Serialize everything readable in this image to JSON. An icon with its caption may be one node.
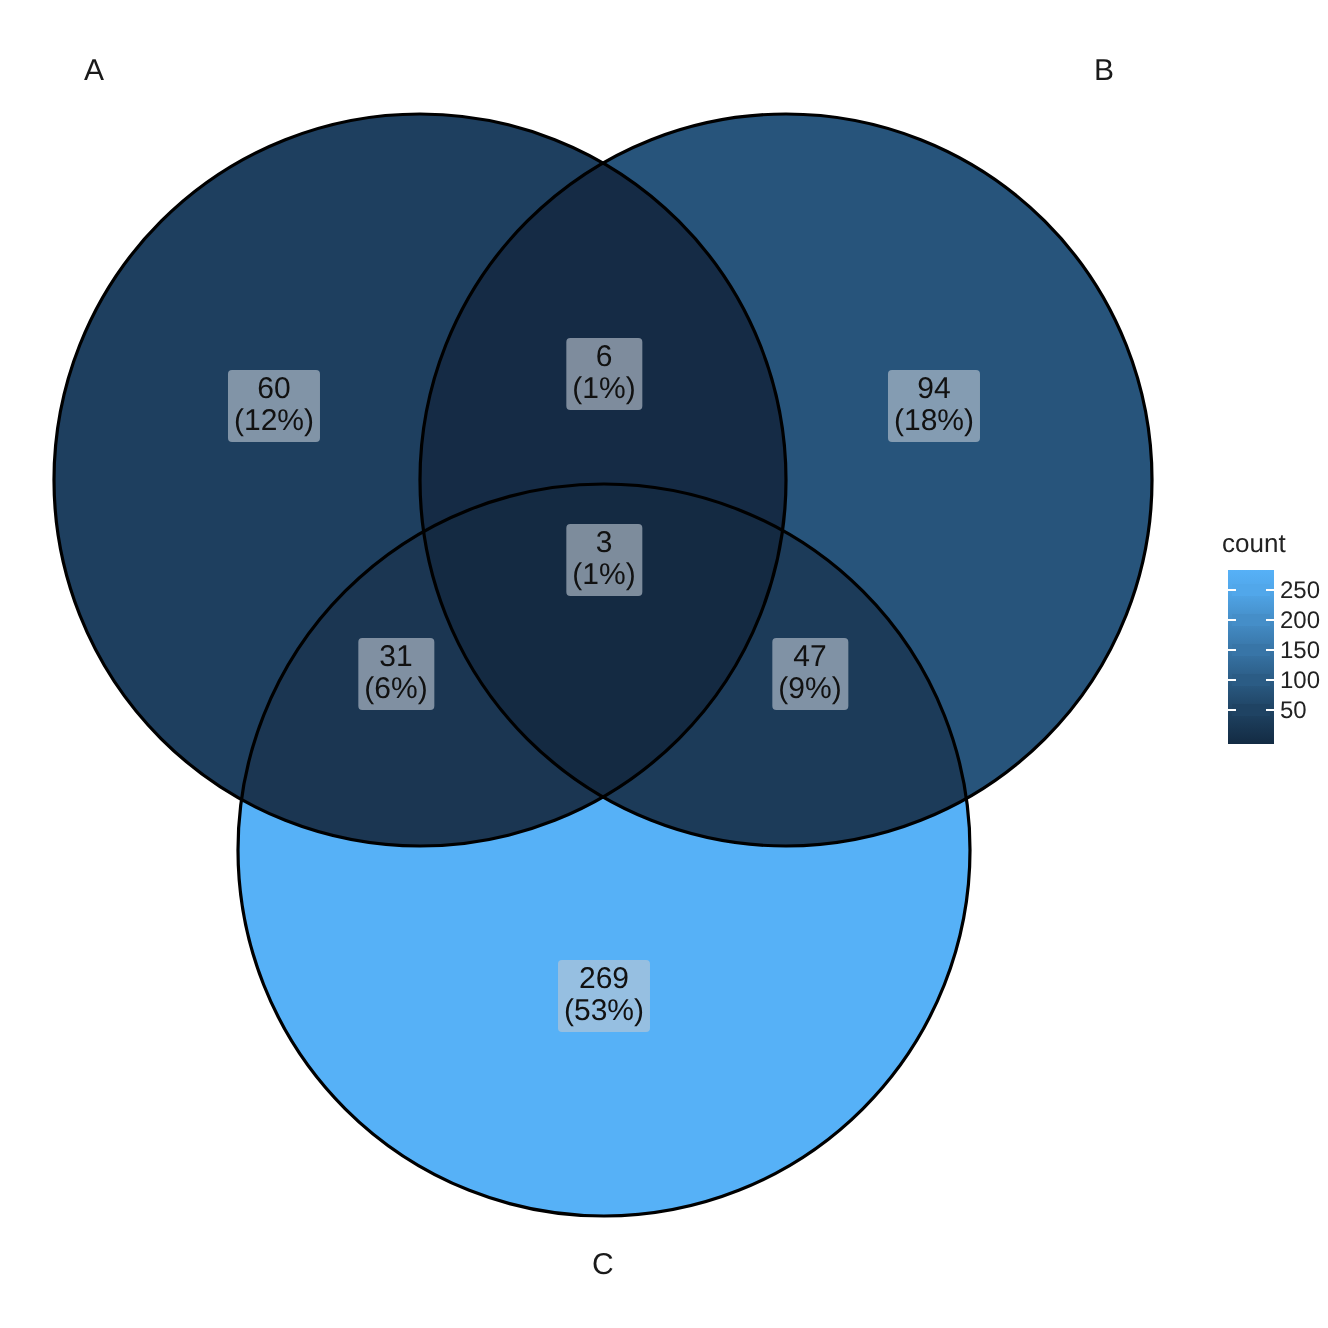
{
  "diagram": {
    "nodes": [
      {
        "text": [
          "A"
        ]
      },
      {
        "text": [
          "B"
        ]
      },
      {
        "text": [
          "C"
        ]
      },
      {
        "text": [
          "60",
          "(12%)"
        ],
        "in": 0
      },
      {
        "text": [
          "6",
          "(1%)"
        ]
      },
      {
        "text": [
          "94",
          "(18%)"
        ],
        "in": 1
      },
      {
        "text": [
          "3",
          "(1%)"
        ]
      },
      {
        "text": [
          "31",
          "(6%)"
        ]
      },
      {
        "text": [
          "47",
          "(9%)"
        ]
      },
      {
        "text": [
          "269",
          "(53%)"
        ],
        "in": 2
      }
    ],
    "labels": [
      "count"
    ],
    "legend": [
      {
        "text": "250",
        "color": "#51a7ea"
      },
      {
        "text": "200",
        "color": "#458ec8"
      },
      {
        "text": "150",
        "color": "#3875a7"
      },
      {
        "text": "100",
        "color": "#2b5c85"
      },
      {
        "text": "50",
        "color": "#1f4363"
      }
    ]
  }
}
